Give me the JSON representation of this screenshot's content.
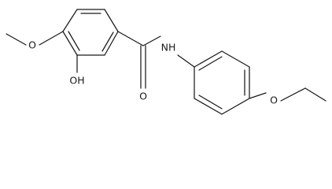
{
  "labels": {
    "methoxy_oxygen": "O",
    "hydroxyl": "OH",
    "carbonyl_oxygen": "O",
    "amide_nitrogen": "NH",
    "ethoxy_oxygen": "O"
  },
  "colors": {
    "bond": "#1a1a1a",
    "background": "#ffffff"
  }
}
